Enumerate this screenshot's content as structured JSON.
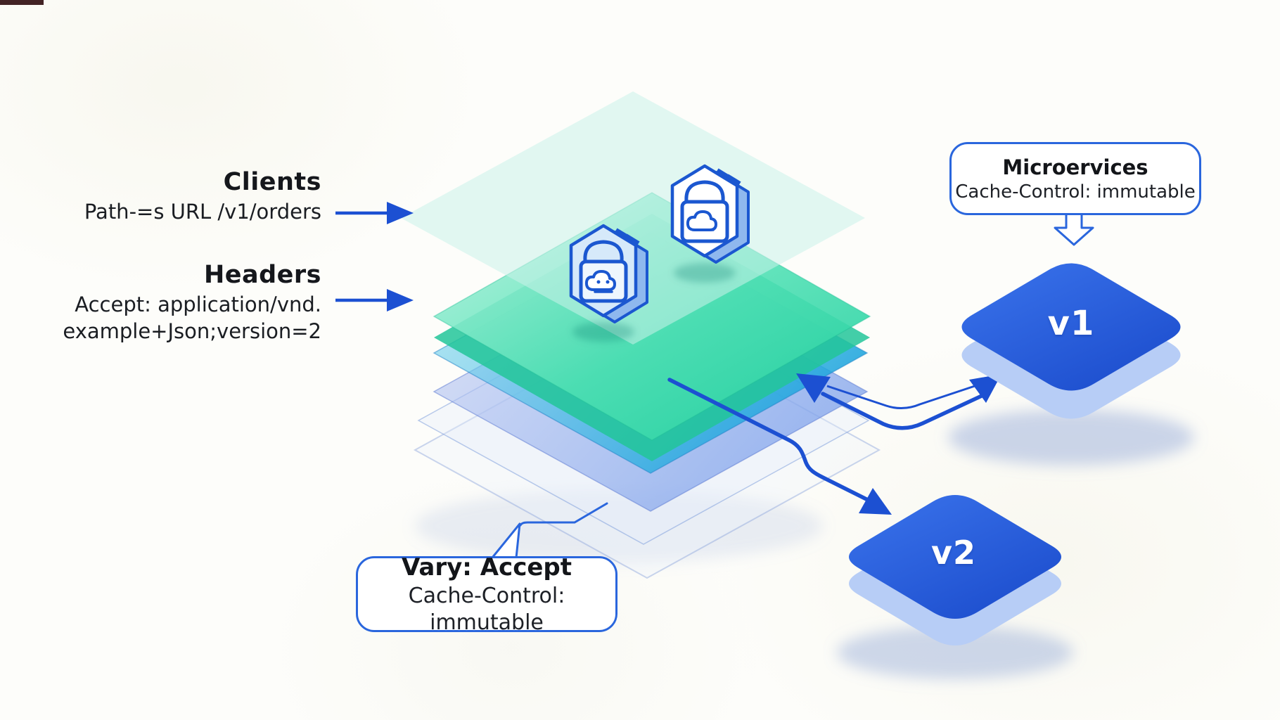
{
  "left_labels": {
    "clients": {
      "title": "Clients",
      "line": "Path-=s URL /v1/orders"
    },
    "headers": {
      "title": "Headers",
      "line1": "Accept: application/vnd.",
      "line2": "example+Json;version=2"
    }
  },
  "callouts": {
    "microservices": {
      "title": "Microervices",
      "subtitle": "Cache-Control: immutable"
    },
    "vary": {
      "title": "Vary: Accept",
      "subtitle": "Cache-Control: immutable"
    }
  },
  "nodes": {
    "v1": {
      "label": "v1"
    },
    "v2": {
      "label": "v2"
    }
  },
  "stack": {
    "description": "isometric stack of translucent layers",
    "layer_names": [
      "mint-top-layer",
      "green-layer",
      "cyan-layer",
      "blue-layer",
      "periwinkle-layer",
      "outline-layer"
    ],
    "icon_names": [
      "package-badge-icon",
      "package-badge-icon"
    ]
  },
  "colors": {
    "arrow_blue": "#1c50d2",
    "icon_outline_blue": "#1b57d0",
    "callout_border_blue": "#2a66dd",
    "node_top_blue": "#2a63dd",
    "node_side_blue": "#b7cdf6",
    "layer_green": "#27d3a4",
    "layer_cyan": "#1ea6dd",
    "layer_periwinkle": "#8fa9e8",
    "text_dark": "#131519",
    "background": "#fdfdfa"
  }
}
